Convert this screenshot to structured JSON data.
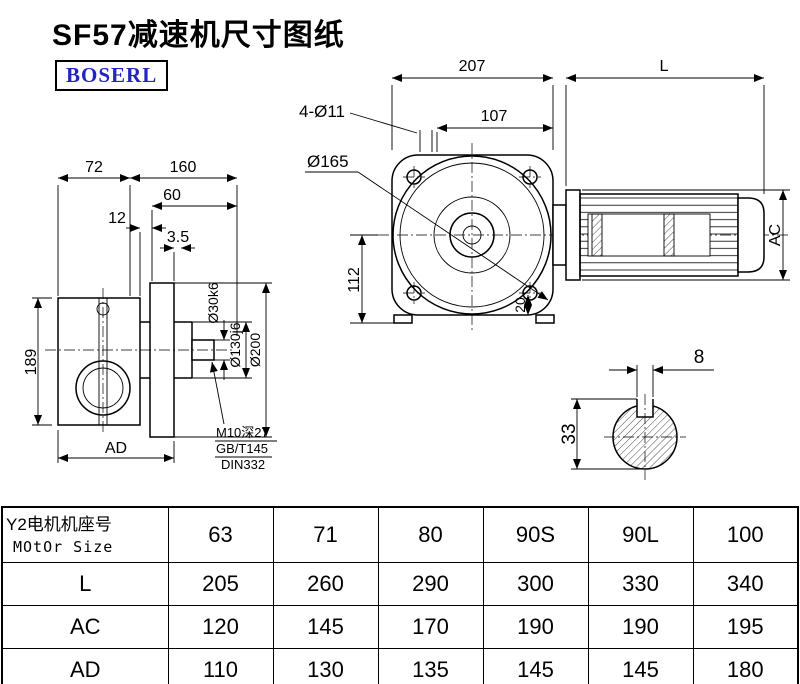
{
  "title": "SF57减速机尺寸图纸",
  "logo_text": "BOSERL",
  "drawing": {
    "left": {
      "d72": "72",
      "d160": "160",
      "d60": "60",
      "d12": "12",
      "d35": "3.5",
      "d189": "189",
      "dAD": "AD",
      "d30": "Ø30k6",
      "d130": "Ø130j6",
      "d200": "Ø200",
      "note1": "M10深27",
      "note2": "GB/T145",
      "note3": "DIN332"
    },
    "front": {
      "d207": "207",
      "dL": "L",
      "d107": "107",
      "holes": "4-Ø11",
      "d165": "Ø165",
      "d112": "112",
      "d20": "20",
      "dAC": "AC"
    },
    "shaft": {
      "d8": "8",
      "d33": "33"
    }
  },
  "table": {
    "header": {
      "label_cn": "Y2电机机座号",
      "label_en": "MOtOr Size",
      "sizes": [
        "63",
        "71",
        "80",
        "90S",
        "90L",
        "100"
      ]
    },
    "rows": [
      {
        "label": "L",
        "values": [
          "205",
          "260",
          "290",
          "300",
          "330",
          "340"
        ]
      },
      {
        "label": "AC",
        "values": [
          "120",
          "145",
          "170",
          "190",
          "190",
          "195"
        ]
      },
      {
        "label": "AD",
        "values": [
          "110",
          "130",
          "135",
          "145",
          "145",
          "180"
        ]
      }
    ]
  }
}
